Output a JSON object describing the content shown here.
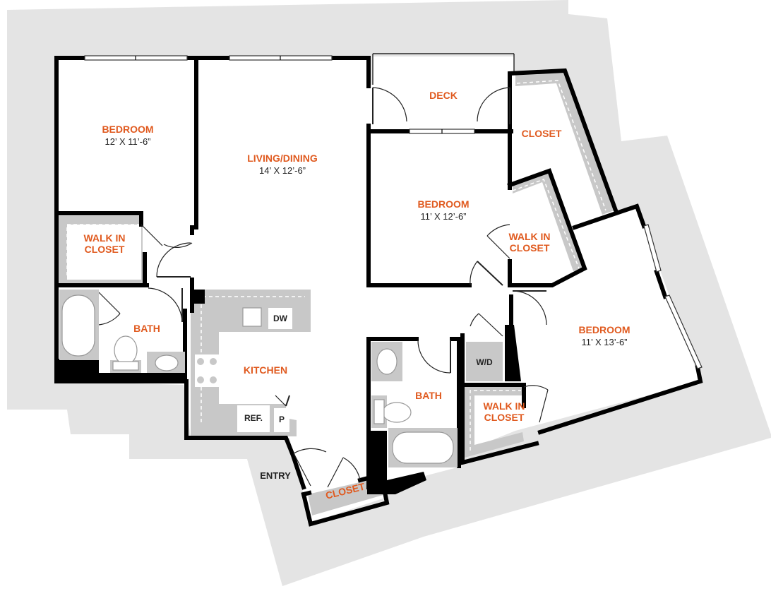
{
  "rooms": {
    "bedroom_1": {
      "name": "BEDROOM",
      "dims": "12’ X 11’-6”"
    },
    "living_dining": {
      "name": "LIVING/DINING",
      "dims": "14’ X 12’-6”"
    },
    "deck": {
      "name": "DECK"
    },
    "closet_top": {
      "name": "CLOSET"
    },
    "bedroom_2": {
      "name": "BEDROOM",
      "dims": "11’ X 12’-6”"
    },
    "walk_in_closet_1": {
      "line1": "WALK IN",
      "line2": "CLOSET"
    },
    "walk_in_closet_2": {
      "line1": "WALK IN",
      "line2": "CLOSET"
    },
    "bedroom_3": {
      "name": "BEDROOM",
      "dims": "11’ X 13’-6”"
    },
    "bath_1": {
      "name": "BATH"
    },
    "kitchen": {
      "name": "KITCHEN"
    },
    "bath_2": {
      "name": "BATH"
    },
    "walk_in_closet_3": {
      "line1": "WALK IN",
      "line2": "CLOSET"
    },
    "closet_entry": {
      "name": "CLOSET"
    }
  },
  "fixtures": {
    "dishwasher": "DW",
    "refrigerator": "REF.",
    "pantry": "P",
    "washer_dryer": "W/D"
  },
  "labels": {
    "entry": "ENTRY"
  },
  "colors": {
    "room_label": "#e05a1f",
    "walls": "#000000",
    "background_slab": "#e4e4e4",
    "counter": "#c8c8c8"
  }
}
